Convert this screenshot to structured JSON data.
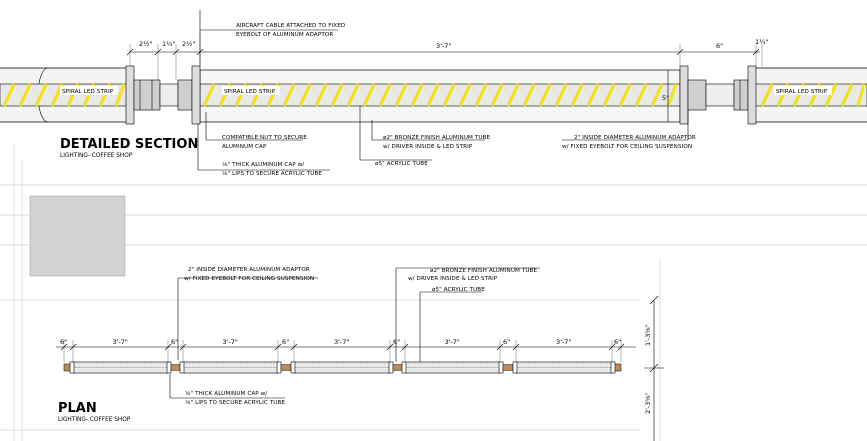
{
  "section": {
    "title": "DETAILED SECTION",
    "subtitle": "LIGHTING- COFFEE SHOP",
    "strip_labels": [
      "SPIRAL LED STRIP",
      "SPIRAL LED STRIP",
      "SPIRAL LED STRIP"
    ],
    "dim_top_main": "3'-7\"",
    "dim_top_right": "6\"",
    "dim_top_small": [
      "2½\"",
      "1¼\"",
      "2½\"",
      "1¼\""
    ],
    "dim_vertical": "5\"",
    "notes": {
      "aircraft_cable": [
        "AIRCRAFT CABLE ATTACHED TO FIXED",
        "EYEBOLT OF ALUMINUM ADAPTOR"
      ],
      "compatible_nut": [
        "COMPATIBLE NUT TO SECURE",
        "ALUMINUM CAP"
      ],
      "thick_cap": [
        "⅛\" THICK ALUMINUM CAP w/",
        "⅛\" LIPS TO SECURE ACRYLIC TUBE"
      ],
      "bronze_tube": [
        "ø2\" BRONZE FINISH ALUMINUM TUBE",
        "w/ DRIVER INSIDE & LED STRIP"
      ],
      "acrylic_tube": "ø5\" ACRYLIC TUBE",
      "adaptor": [
        "2\" INSIDE DIAMETER ALUMINUM ADAPTOR",
        "w/ FIXED EYEBOLT FOR CEILING SUSPENSION"
      ]
    }
  },
  "plan": {
    "title": "PLAN",
    "subtitle": "LIGHTING- COFFEE SHOP",
    "segment_dims": [
      "3'-7\"",
      "3'-7\"",
      "3'-7\"",
      "3'-7\"",
      "3'-7\""
    ],
    "gap_dims": [
      "6\"",
      "6\"",
      "6\"",
      "6\"",
      "6\"",
      "6\""
    ],
    "side_dims": [
      "1'-3⅝\"",
      "2'-3⅝\""
    ],
    "notes": {
      "adaptor": [
        "2\" INSIDE DIAMETER ALUMINUM ADAPTOR",
        "w/ FIXED EYEBOLT FOR CEILING SUSPENSION"
      ],
      "bronze_tube": [
        "ø2\" BRONZE FINISH ALUMINUM TUBE",
        "w/ DRIVER INSIDE & LED STRIP"
      ],
      "acrylic_tube": "ø5\" ACRYLIC TUBE",
      "thick_cap": [
        "⅛\" THICK ALUMINUM CAP w/",
        "⅛\" LIPS TO SECURE ACRYLIC TUBE"
      ]
    }
  },
  "colors": {
    "spiral": "#f2e21c",
    "tube_fill": "#e6e6e6",
    "cap": "#c08a5a",
    "block": "#d2d2d2"
  }
}
